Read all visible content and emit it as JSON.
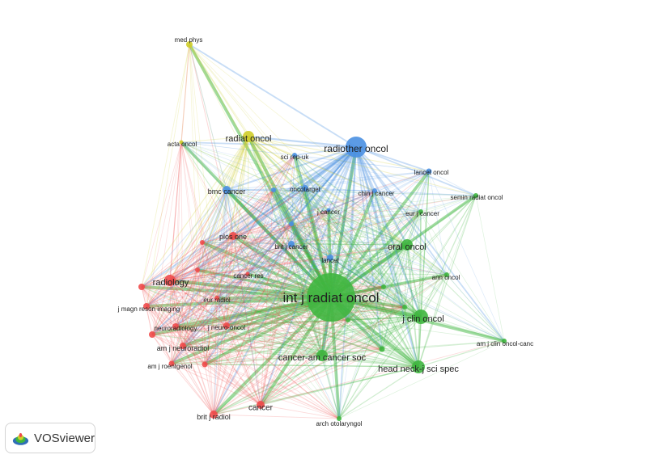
{
  "app": {
    "logo_text": "VOSviewer"
  },
  "colors": {
    "red": "#ef4b4b",
    "green": "#3fb63f",
    "blue": "#4a90e2",
    "yellow": "#cfcd2a"
  },
  "nodes": [
    {
      "id": "int-j-radiat-oncol",
      "label": "int j radiat oncol",
      "cluster": "green"
    },
    {
      "id": "radiother-oncol",
      "label": "radiother oncol",
      "cluster": "blue"
    },
    {
      "id": "j-clin-oncol",
      "label": "j clin oncol",
      "cluster": "green"
    },
    {
      "id": "head-neck",
      "label": "head neck-j sci spec",
      "cluster": "green"
    },
    {
      "id": "cancer-am-cancer-soc",
      "label": "cancer-am cancer soc",
      "cluster": "green"
    },
    {
      "id": "radiat-oncol",
      "label": "radiat oncol",
      "cluster": "yellow"
    },
    {
      "id": "radiology",
      "label": "radiology",
      "cluster": "red"
    },
    {
      "id": "oral-oncol",
      "label": "oral oncol",
      "cluster": "green"
    },
    {
      "id": "med-phys",
      "label": "med phys",
      "cluster": "yellow"
    },
    {
      "id": "acta-oncol",
      "label": "acta oncol",
      "cluster": "yellow"
    },
    {
      "id": "sci-rep-uk",
      "label": "sci rep-uk",
      "cluster": "blue"
    },
    {
      "id": "lancet-oncol",
      "label": "lancet oncol",
      "cluster": "blue"
    },
    {
      "id": "bmc-cancer",
      "label": "bmc cancer",
      "cluster": "blue"
    },
    {
      "id": "oncotarget",
      "label": "oncotarget",
      "cluster": "blue"
    },
    {
      "id": "chin-j-cancer",
      "label": "chin j cancer",
      "cluster": "blue"
    },
    {
      "id": "semin-radiat-oncol",
      "label": "semin radiat oncol",
      "cluster": "green"
    },
    {
      "id": "j-cancer",
      "label": "j cancer",
      "cluster": "blue"
    },
    {
      "id": "eur-j-cancer",
      "label": "eur j cancer",
      "cluster": "green"
    },
    {
      "id": "plos-one",
      "label": "plos one",
      "cluster": "red"
    },
    {
      "id": "brit-j-cancer",
      "label": "brit j cancer",
      "cluster": "blue"
    },
    {
      "id": "lancet",
      "label": "lancet",
      "cluster": "blue"
    },
    {
      "id": "cancer-res",
      "label": "cancer res",
      "cluster": "red"
    },
    {
      "id": "ann-oncol",
      "label": "ann oncol",
      "cluster": "green"
    },
    {
      "id": "j-magn-reson-imaging",
      "label": "j magn reson imaging",
      "cluster": "red"
    },
    {
      "id": "eur-radiol",
      "label": "eur radiol",
      "cluster": "red"
    },
    {
      "id": "neuroradiology",
      "label": "neuroradiology",
      "cluster": "red"
    },
    {
      "id": "j-neuro-oncol",
      "label": "j neuro-oncol",
      "cluster": "red"
    },
    {
      "id": "am-j-neuroradiol",
      "label": "am j neuroradiol",
      "cluster": "red"
    },
    {
      "id": "am-j-roentgenol",
      "label": "am j roentgenol",
      "cluster": "red"
    },
    {
      "id": "am-j-clin-oncol-canc",
      "label": "am j clin oncol-canc",
      "cluster": "green"
    },
    {
      "id": "cancer",
      "label": "cancer",
      "cluster": "red"
    },
    {
      "id": "brit-j-radiol",
      "label": "brit j radiol",
      "cluster": "red"
    },
    {
      "id": "arch-otolaryngol",
      "label": "arch otolaryngol",
      "cluster": "green"
    }
  ]
}
